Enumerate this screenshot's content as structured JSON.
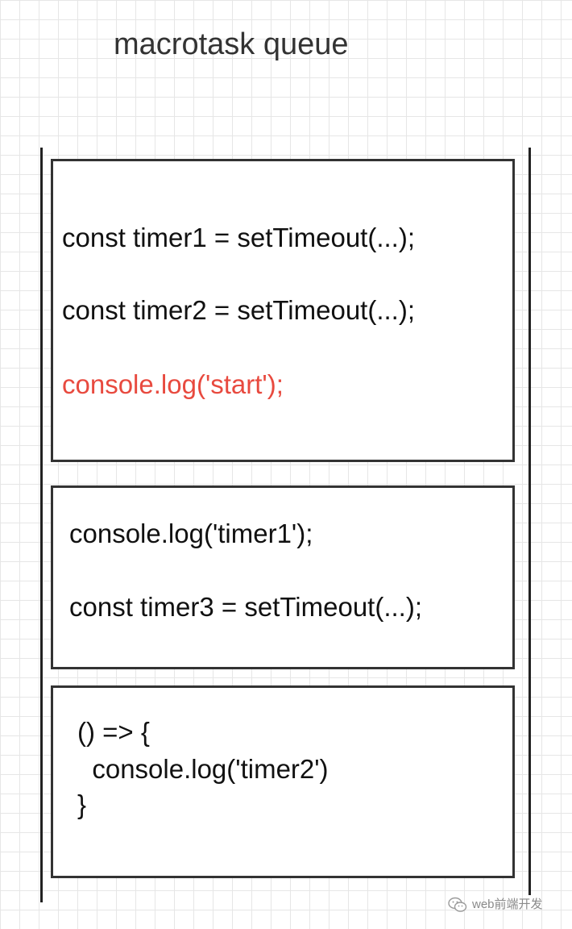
{
  "title": "macrotask queue",
  "tasks": [
    {
      "lines": [
        "const timer1 = setTimeout(...);",
        "const timer2 = setTimeout(...);",
        "console.log('start');"
      ]
    },
    {
      "lines": [
        "console.log('timer1');",
        "const timer3 = setTimeout(...);"
      ]
    },
    {
      "lines": [
        "() => {",
        "  console.log('timer2')",
        "}"
      ]
    }
  ],
  "watermark": {
    "icon": "wechat-icon",
    "text": "web前端开发"
  },
  "colors": {
    "highlight": "#e84a3f",
    "text": "#111111",
    "border": "#333333",
    "grid": "#e6e6e6"
  }
}
